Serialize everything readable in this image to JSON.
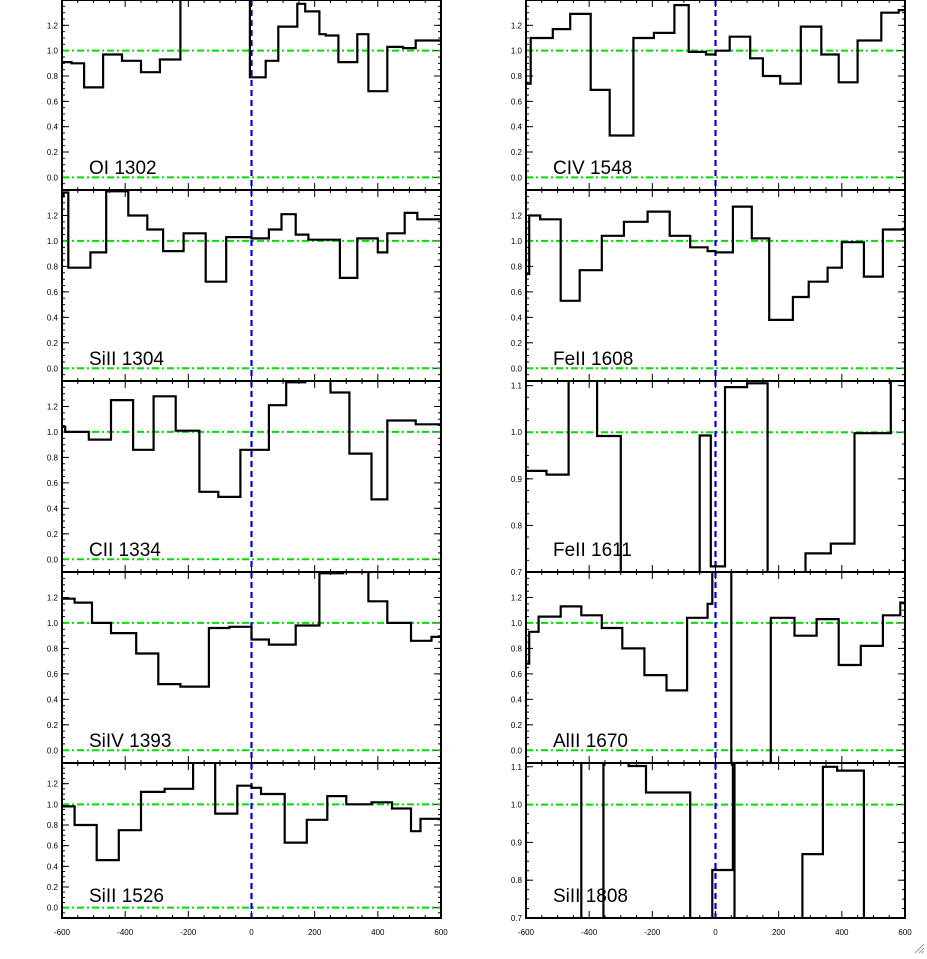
{
  "colors": {
    "continuum": "#00dd00",
    "zero_velocity": "#0000dd",
    "spectrum": "#000000"
  },
  "chart_data": {
    "type": "line",
    "xlim": [
      -600,
      600
    ],
    "x_ticks": [
      -600,
      -400,
      -200,
      0,
      200,
      400,
      600
    ],
    "x_tick_labels": [
      "-600",
      "-400",
      "-200",
      "0",
      "200",
      "400",
      "600"
    ],
    "reference_lines": {
      "continuum_levels": [
        1.0,
        0.0
      ],
      "zero_velocity": 0
    },
    "grid": false,
    "panels": [
      {
        "label": "OI 1302",
        "column": 0,
        "row": 0,
        "ylim": [
          -0.1,
          1.4
        ],
        "y_ticks": [
          0.0,
          0.2,
          0.4,
          0.6,
          0.8,
          1.0,
          1.2
        ],
        "y_tick_labels": [
          "0.0",
          "0.2",
          "0.4",
          "0.6",
          "0.8",
          "1.0",
          "1.2"
        ],
        "x": [
          -600,
          -570,
          -530,
          -470,
          -410,
          -350,
          -290,
          -225,
          -190,
          -165,
          -110,
          -70,
          -5,
          45,
          85,
          145,
          170,
          215,
          235,
          275,
          295,
          335,
          370,
          400,
          430,
          480,
          520,
          580
        ],
        "y": [
          0.91,
          0.9,
          0.71,
          0.97,
          0.92,
          0.83,
          0.93,
          1.45,
          1.45,
          1.45,
          1.45,
          1.45,
          0.79,
          0.92,
          1.19,
          1.37,
          1.31,
          1.13,
          1.12,
          0.91,
          0.91,
          1.13,
          0.68,
          0.68,
          1.03,
          1.02,
          1.08,
          1.08
        ]
      },
      {
        "label": "SiII 1304",
        "column": 0,
        "row": 1,
        "ylim": [
          -0.1,
          1.4
        ],
        "y_ticks": [
          0.0,
          0.2,
          0.4,
          0.6,
          0.8,
          1.0,
          1.2
        ],
        "y_tick_labels": [
          "0.0",
          "0.2",
          "0.4",
          "0.6",
          "0.8",
          "1.0",
          "1.2"
        ],
        "x": [
          -600,
          -595,
          -580,
          -510,
          -460,
          -390,
          -330,
          -280,
          -215,
          -145,
          -80,
          0,
          55,
          95,
          140,
          180,
          225,
          280,
          335,
          400,
          430,
          485,
          525,
          580
        ],
        "y": [
          1.35,
          1.38,
          0.79,
          0.91,
          1.39,
          1.2,
          1.09,
          0.92,
          1.06,
          0.68,
          1.03,
          1.02,
          1.09,
          1.21,
          1.05,
          1.01,
          1.01,
          0.71,
          1.02,
          0.91,
          1.06,
          1.22,
          1.17,
          1.17
        ]
      },
      {
        "label": "CII 1334",
        "column": 0,
        "row": 2,
        "ylim": [
          -0.1,
          1.4
        ],
        "y_ticks": [
          0.0,
          0.2,
          0.4,
          0.6,
          0.8,
          1.0,
          1.2
        ],
        "y_tick_labels": [
          "0.0",
          "0.2",
          "0.4",
          "0.6",
          "0.8",
          "1.0",
          "1.2"
        ],
        "x": [
          -600,
          -590,
          -515,
          -445,
          -375,
          -310,
          -240,
          -165,
          -105,
          -35,
          55,
          110,
          170,
          250,
          310,
          380,
          430,
          520,
          580
        ],
        "y": [
          1.04,
          1.0,
          0.94,
          1.25,
          0.86,
          1.28,
          1.01,
          0.53,
          0.49,
          0.86,
          1.21,
          1.39,
          1.43,
          1.31,
          0.83,
          0.47,
          1.09,
          1.06,
          1.06
        ]
      },
      {
        "label": "SiIV 1393",
        "column": 0,
        "row": 3,
        "ylim": [
          -0.1,
          1.4
        ],
        "y_ticks": [
          0.0,
          0.2,
          0.4,
          0.6,
          0.8,
          1.0,
          1.2
        ],
        "y_tick_labels": [
          "0.0",
          "0.2",
          "0.4",
          "0.6",
          "0.8",
          "1.0",
          "1.2"
        ],
        "x": [
          -600,
          -560,
          -505,
          -445,
          -365,
          -295,
          -225,
          -135,
          -70,
          0,
          55,
          140,
          215,
          290,
          370,
          430,
          505,
          570,
          590
        ],
        "y": [
          1.19,
          1.16,
          1.0,
          0.92,
          0.76,
          0.52,
          0.5,
          0.96,
          0.97,
          0.87,
          0.83,
          0.98,
          1.39,
          1.4,
          1.17,
          1.0,
          0.86,
          0.89,
          0.89
        ]
      },
      {
        "label": "SiII 1526",
        "column": 0,
        "row": 4,
        "ylim": [
          -0.1,
          1.4
        ],
        "y_ticks": [
          0.0,
          0.2,
          0.4,
          0.6,
          0.8,
          1.0,
          1.2
        ],
        "y_tick_labels": [
          "0.0",
          "0.2",
          "0.4",
          "0.6",
          "0.8",
          "1.0",
          "1.2"
        ],
        "x": [
          -600,
          -560,
          -490,
          -420,
          -350,
          -275,
          -185,
          -115,
          -45,
          0,
          30,
          105,
          175,
          240,
          300,
          380,
          445,
          505,
          535,
          570,
          590
        ],
        "y": [
          0.98,
          0.8,
          0.46,
          0.75,
          1.12,
          1.15,
          1.45,
          0.91,
          1.18,
          1.16,
          1.1,
          0.63,
          0.85,
          1.08,
          1.0,
          1.02,
          0.96,
          0.74,
          0.86,
          0.86,
          0.86
        ]
      },
      {
        "label": "CIV 1548",
        "column": 1,
        "row": 0,
        "ylim": [
          -0.1,
          1.4
        ],
        "y_ticks": [
          0.0,
          0.2,
          0.4,
          0.6,
          0.8,
          1.0,
          1.2
        ],
        "y_tick_labels": [
          "0.0",
          "0.2",
          "0.4",
          "0.6",
          "0.8",
          "1.0",
          "1.2"
        ],
        "x": [
          -600,
          -585,
          -515,
          -460,
          -395,
          -335,
          -260,
          -195,
          -130,
          -85,
          -30,
          0,
          45,
          110,
          150,
          205,
          270,
          335,
          390,
          450,
          525,
          580
        ],
        "y": [
          0.74,
          1.1,
          1.17,
          1.29,
          0.69,
          0.33,
          1.1,
          1.14,
          1.36,
          0.99,
          0.97,
          1.0,
          1.11,
          0.94,
          0.8,
          0.74,
          1.19,
          0.97,
          0.75,
          1.08,
          1.3,
          1.32
        ]
      },
      {
        "label": "FeII 1608",
        "column": 1,
        "row": 1,
        "ylim": [
          -0.1,
          1.4
        ],
        "y_ticks": [
          0.0,
          0.2,
          0.4,
          0.6,
          0.8,
          1.0,
          1.2
        ],
        "y_tick_labels": [
          "0.0",
          "0.2",
          "0.4",
          "0.6",
          "0.8",
          "1.0",
          "1.2"
        ],
        "x": [
          -600,
          -590,
          -555,
          -490,
          -430,
          -360,
          -290,
          -215,
          -145,
          -80,
          -25,
          0,
          55,
          115,
          170,
          245,
          295,
          355,
          400,
          470,
          530,
          575
        ],
        "y": [
          0.74,
          1.2,
          1.17,
          0.53,
          0.77,
          1.04,
          1.15,
          1.23,
          1.04,
          0.95,
          0.92,
          0.91,
          1.27,
          1.02,
          0.38,
          0.56,
          0.68,
          0.79,
          0.99,
          0.72,
          1.09,
          1.09
        ]
      },
      {
        "label": "FeII 1611",
        "column": 1,
        "row": 2,
        "ylim": [
          0.7,
          1.11
        ],
        "y_ticks": [
          0.7,
          0.8,
          0.9,
          1.0,
          1.1
        ],
        "y_tick_labels": [
          "0.7",
          "0.8",
          "0.9",
          "1.0",
          "1.1"
        ],
        "x": [
          -600,
          -535,
          -465,
          -375,
          -300,
          -215,
          -125,
          -50,
          -15,
          30,
          100,
          165,
          225,
          285,
          365,
          440,
          555
        ],
        "y": [
          0.917,
          0.909,
          1.115,
          0.992,
          0.69,
          0.69,
          0.693,
          0.993,
          0.712,
          1.097,
          1.105,
          0.69,
          0.693,
          0.74,
          0.761,
          0.998,
          1.115
        ]
      },
      {
        "label": "AlII 1670",
        "column": 1,
        "row": 3,
        "ylim": [
          -0.1,
          1.4
        ],
        "y_ticks": [
          0.0,
          0.2,
          0.4,
          0.6,
          0.8,
          1.0,
          1.2
        ],
        "y_tick_labels": [
          "0.0",
          "0.2",
          "0.4",
          "0.6",
          "0.8",
          "1.0",
          "1.2"
        ],
        "x": [
          -600,
          -590,
          -560,
          -490,
          -425,
          -360,
          -295,
          -225,
          -155,
          -90,
          -25,
          -10,
          50,
          110,
          175,
          250,
          320,
          390,
          460,
          530,
          585
        ],
        "y": [
          0.68,
          0.93,
          1.05,
          1.13,
          1.06,
          0.96,
          0.8,
          0.59,
          0.47,
          1.04,
          1.15,
          1.42,
          -0.1,
          -0.1,
          1.04,
          0.9,
          1.03,
          0.67,
          0.82,
          1.06,
          1.16
        ]
      },
      {
        "label": "SiII 1808",
        "column": 1,
        "row": 4,
        "ylim": [
          0.7,
          1.11
        ],
        "y_ticks": [
          0.7,
          0.8,
          0.9,
          1.0,
          1.1
        ],
        "y_tick_labels": [
          "0.7",
          "0.8",
          "0.9",
          "1.0",
          "1.1"
        ],
        "x": [
          -600,
          -425,
          -355,
          -275,
          -220,
          -80,
          -10,
          55,
          60,
          275,
          340,
          385,
          470,
          560
        ],
        "y": [
          1.115,
          0.69,
          1.115,
          1.102,
          1.032,
          0.69,
          0.827,
          1.115,
          0.69,
          0.869,
          1.1,
          1.09,
          0.69,
          0.69
        ]
      }
    ]
  }
}
